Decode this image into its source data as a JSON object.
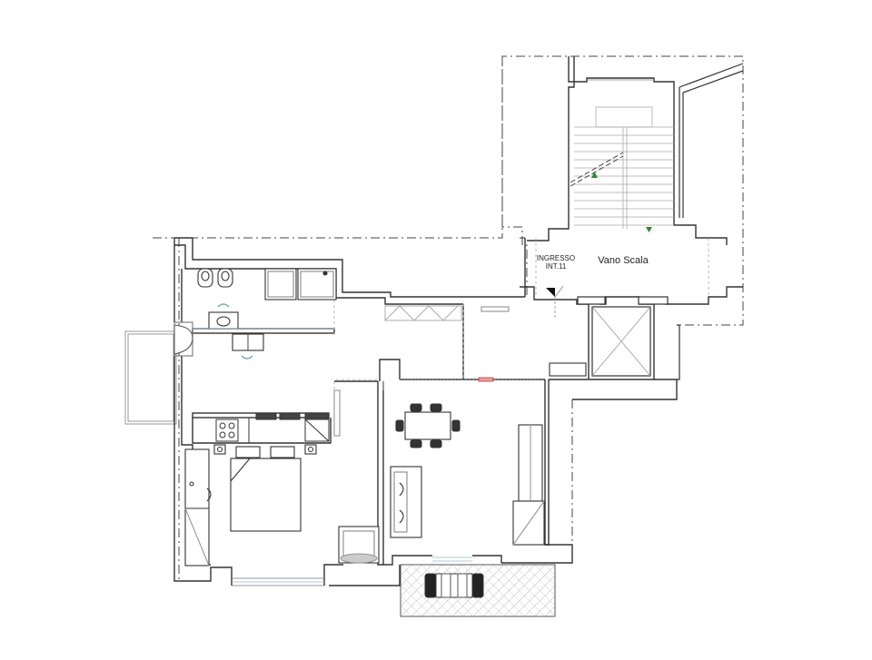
{
  "labels": {
    "entrance_line1": "INGRESSO",
    "entrance_line2": "INT.11",
    "stairwell": "Vano Scala"
  },
  "colors": {
    "wall": "#333333",
    "wall_fill": "#ffffff",
    "thin_line": "#888888",
    "dashed_boundary": "#444444",
    "stair_arrow": "#2e8b2e",
    "door_marker": "#c0392b",
    "glass": "#9fb6c9",
    "fixture_accent": "#6fa8c8"
  }
}
